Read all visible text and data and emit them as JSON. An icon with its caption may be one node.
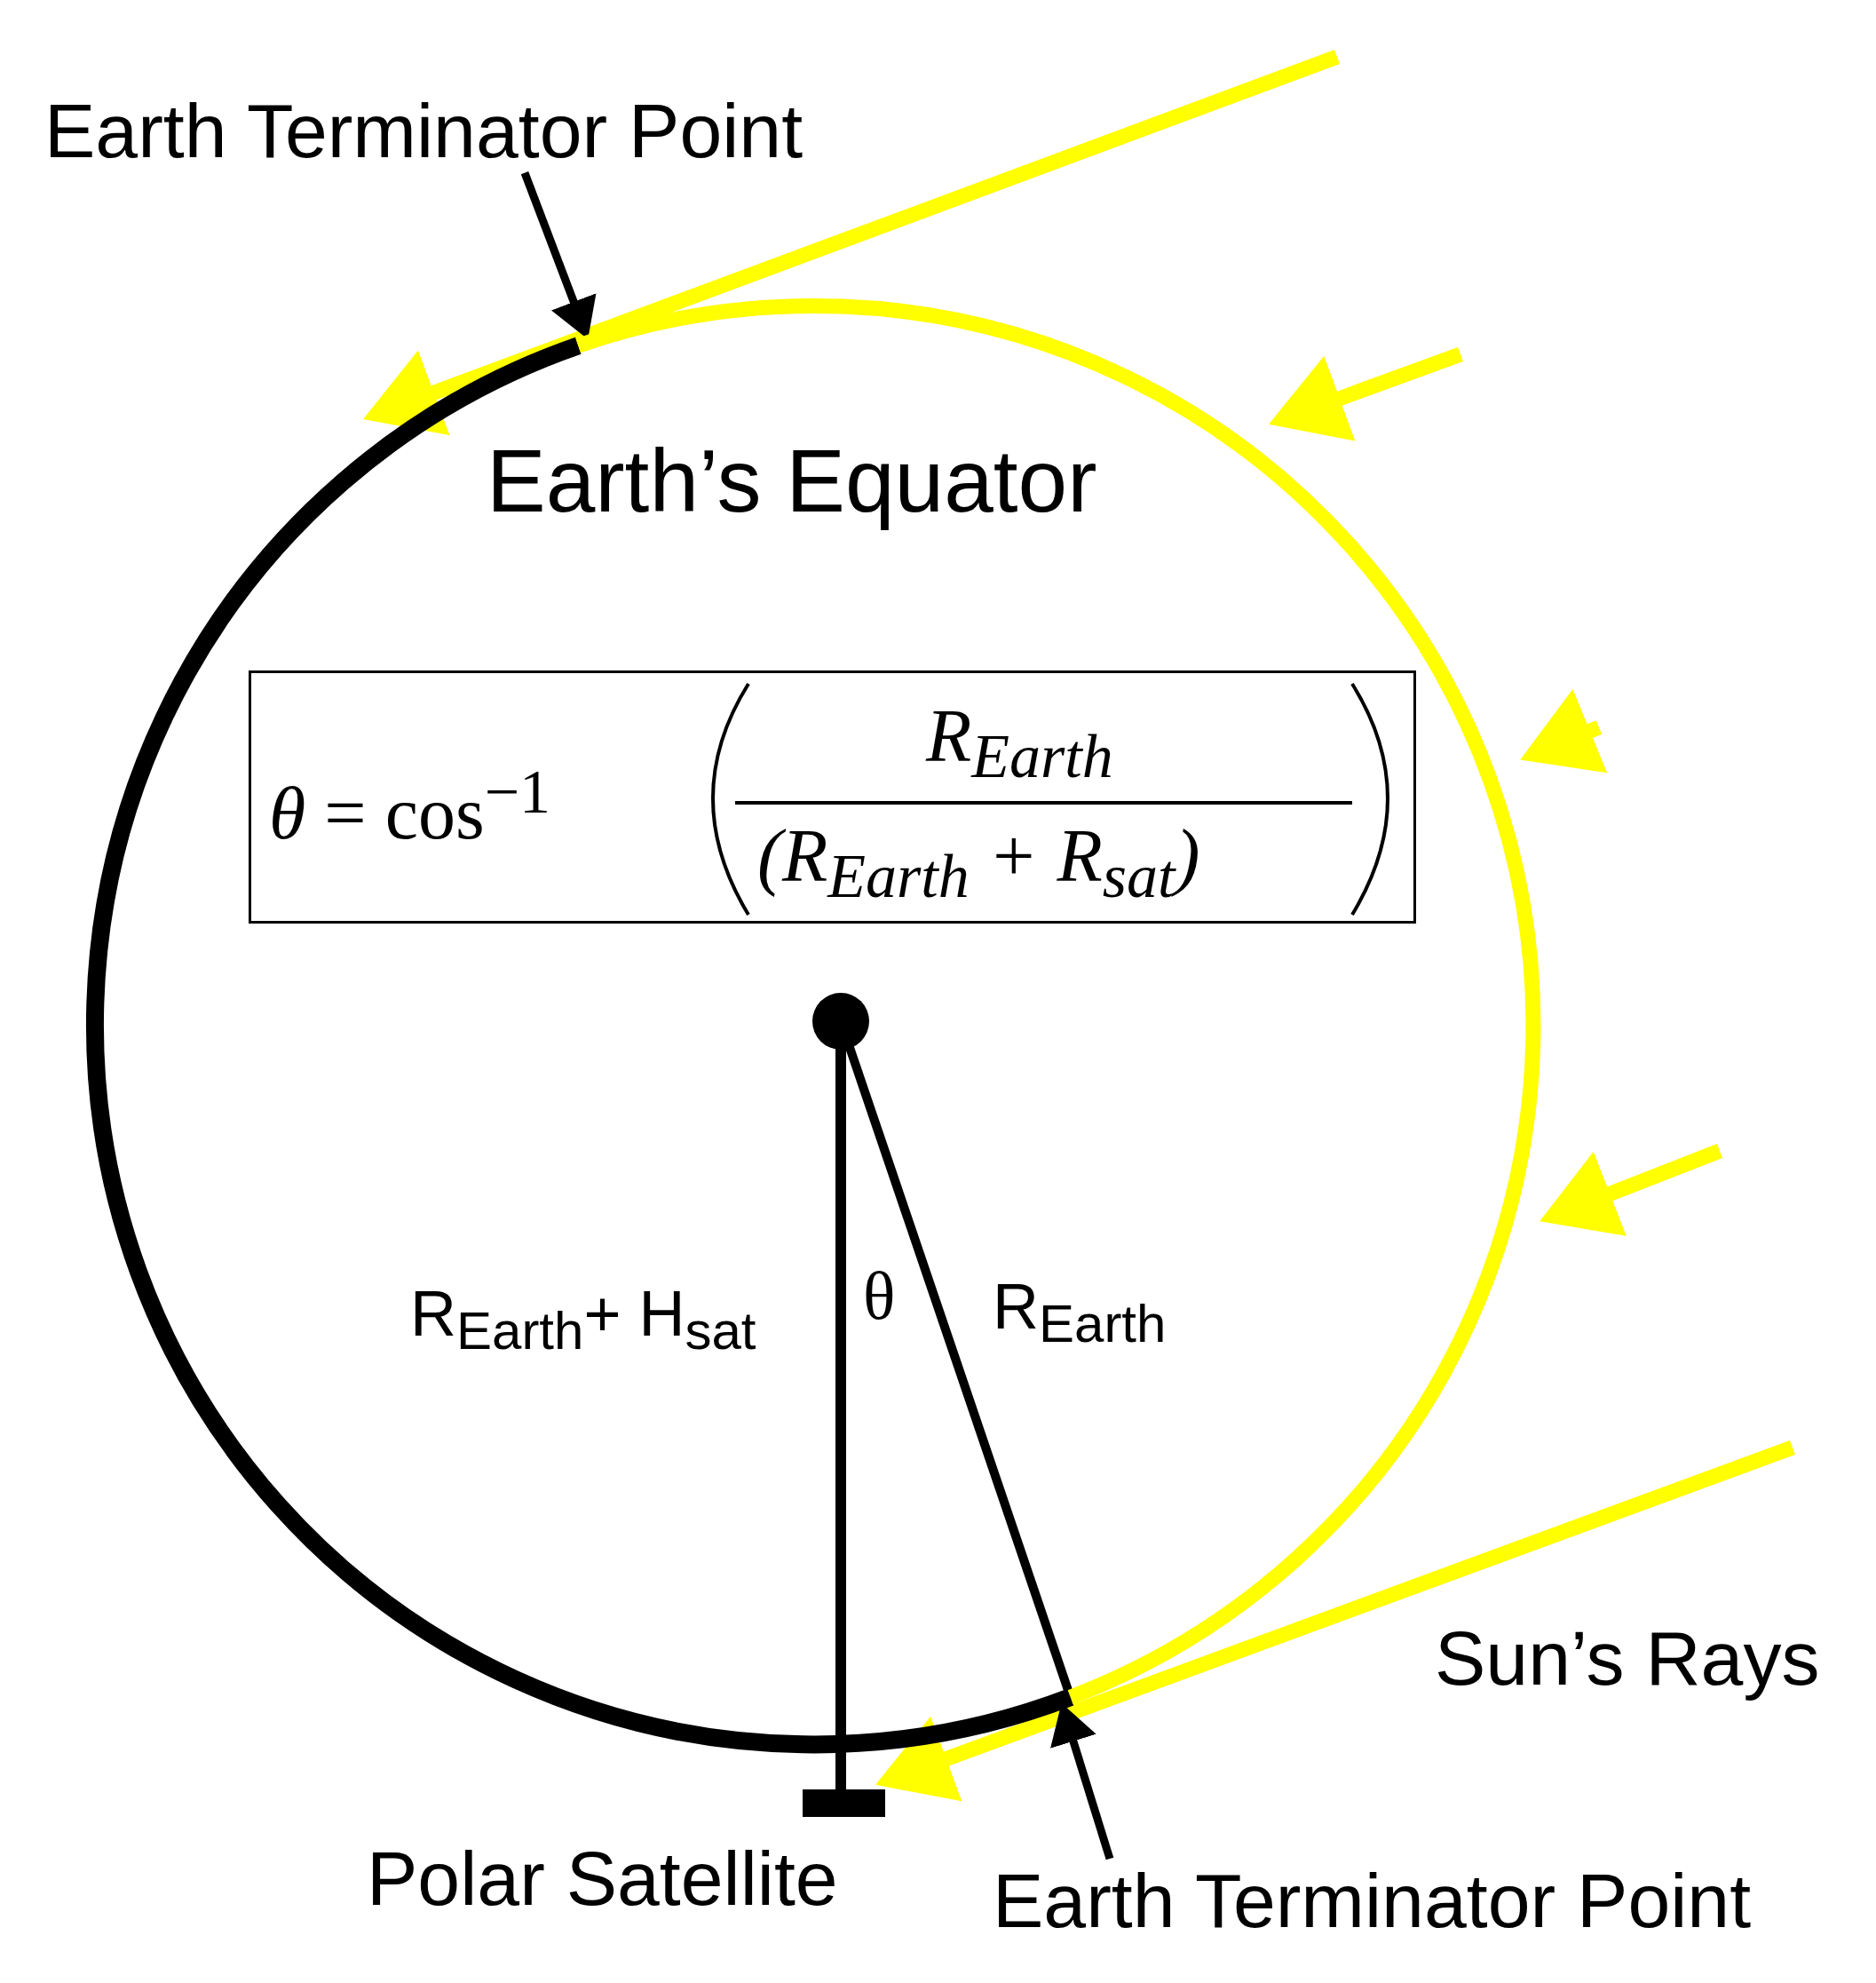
{
  "diagram": {
    "nodes": [
      {
        "text": [
          "Earth Terminator Point"
        ]
      },
      {
        "text": [
          "Earth’s Equator"
        ]
      },
      {
        "text": [
          "*θ* = cos$^{−1}$",
          "R$_{Earth}$",
          "(R$_{Earth}$ + R$_{sat}$)"
        ],
        "in": 1
      },
      {
        "text": [
          "Earth Terminator Point"
        ]
      }
    ],
    "edges": [
      {
        "from": 0,
        "to": 1,
        "arrow": "to"
      },
      {
        "from": 3,
        "to": 1,
        "arrow": "to"
      }
    ],
    "labels": [
      "R$_{Earth}$+ H$_{sat}$",
      "θ",
      "R$_{Earth}$",
      "Sun’s Rays",
      "Polar Satellite"
    ]
  }
}
